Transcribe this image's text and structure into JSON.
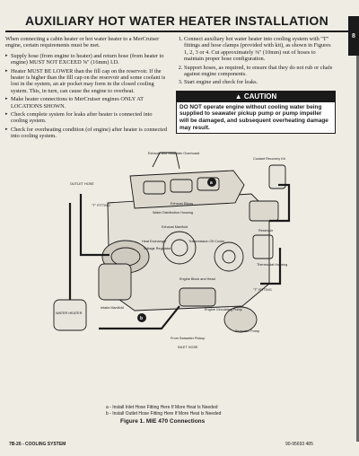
{
  "page": {
    "title": "AUXILIARY HOT WATER HEATER INSTALLATION",
    "section_tab": "8"
  },
  "left_column": {
    "intro": "When connecting a cabin heater or hot water heater to a MerCruiser engine, certain requirements must be met.",
    "bullets": [
      "Supply hose (from engine to heater) and return hose (from heater to engine) MUST NOT EXCEED ⅝\" (16mm) I.D.",
      "Heater MUST BE LOWER than the fill cap on the reservoir. If the heater is higher than the fill cap on the reservoir and some coolant is lost in the system, an air pocket may form in the closed cooling system. This, in turn, can cause the engine to overheat.",
      "Make heater connections to MerCruiser engines ONLY AT LOCATIONS SHOWN.",
      "Check complete system for leaks after heater is connected into cooling system.",
      "Check for overheating condition (of engine) after heater is connected into cooling system."
    ]
  },
  "right_column": {
    "steps": [
      "Connect auxiliary hot water heater into cooling system with \"T\" fittings and hose clamps (provided with kit), as shown in Figures 1, 2, 3 or 4. Cut approximately ⅜\" (10mm) out of hoses to maintain proper hose configuration.",
      "Support hoses, as required, to ensure that they do not rub or chafe against engine components.",
      "Start engine and check for leaks."
    ],
    "caution": {
      "heading": "CAUTION",
      "text": "DO NOT operate engine without cooling water being supplied to seawater pickup pump or pump impeller will be damaged, and subsequent overheating damage may result."
    }
  },
  "figure": {
    "labels": {
      "exhaust_elbow": "Exhaust and Seawater Overboard",
      "coolant_recovery": "Coolant Recovery Kit",
      "outlet_hose": "OUTLET HOSE",
      "t_fitting_left": "\"T\" FITTING",
      "exhaust_manifold": "Exhaust Manifold",
      "water_distribution": "Water Distribution Housing",
      "exhaust_elbow_small": "Exhaust Elbow",
      "reservoir": "Reservoir",
      "thermostat": "Thermostat Housing",
      "heat_exchanger": "Heat Exchanger",
      "transmission_cooler": "Transmission Oil Cooler",
      "voltage_regulator": "Voltage Regulator",
      "t_fitting_right": "\"T\" FITTING",
      "engine_block": "Engine Block and Head",
      "intake_manifold": "Intake Manifold",
      "circulating_pump": "Engine Circulating Pump",
      "seawater_pump": "Seawater Pump",
      "water_heater": "WATER HEATER",
      "from_seawater": "From Seawater Pickup",
      "inlet_hose": "INLET HOSE",
      "callout_a": "a",
      "callout_b": "b"
    },
    "notes": [
      "a - Install Inlet Hose Fitting Here If More Heat Is Needed",
      "b - Install Outlet Hose Fitting Here If More Heat Is Needed"
    ],
    "caption": "Figure 1. MIE 470 Connections"
  },
  "footer": {
    "left": "7B-26 - COOLING SYSTEM",
    "right": "90-95693 485"
  }
}
